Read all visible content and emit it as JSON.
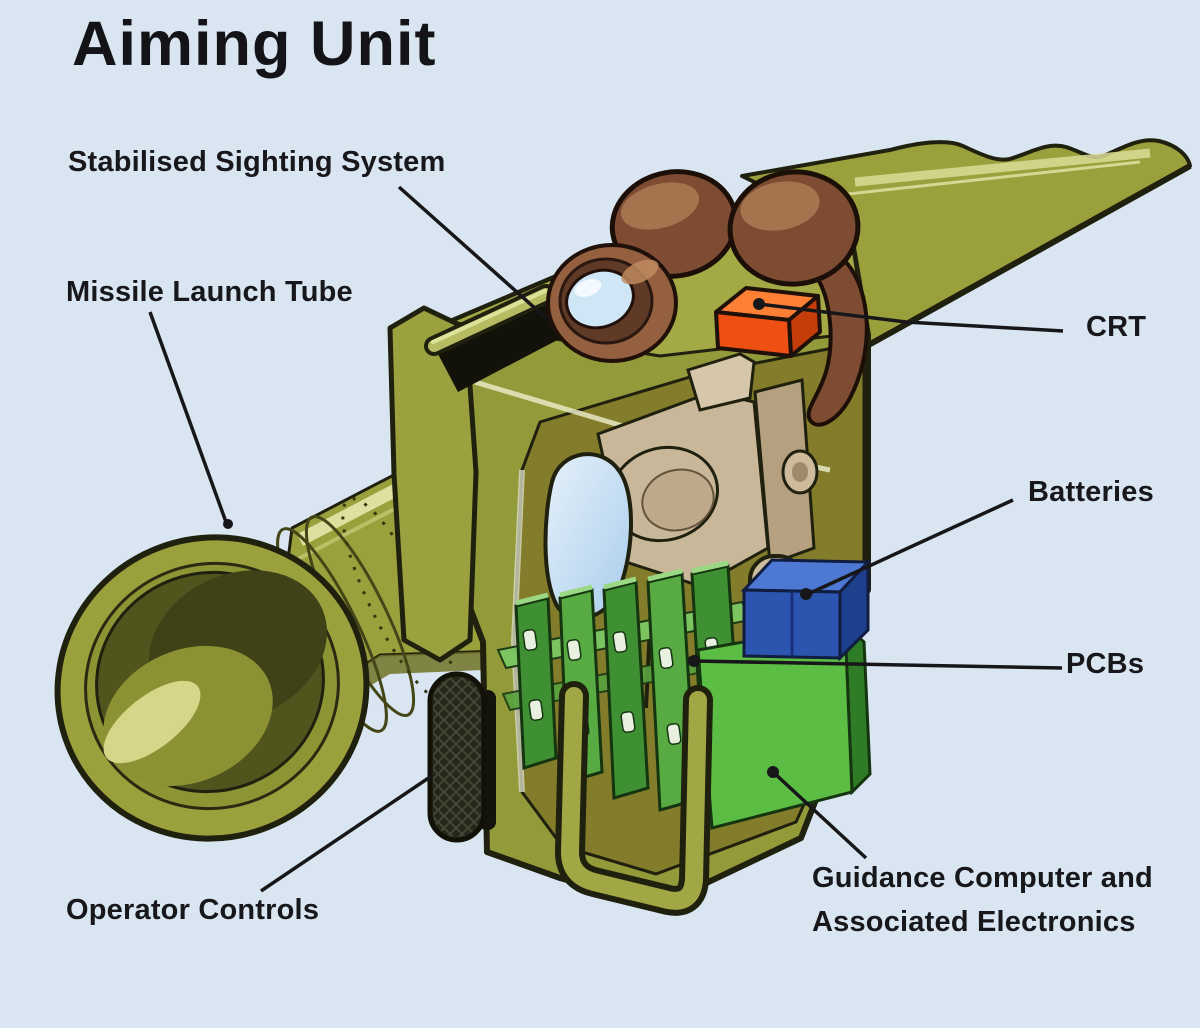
{
  "title": "Aiming Unit",
  "labels": {
    "stabilised_sighting_system": "Stabilised Sighting System",
    "missile_launch_tube": "Missile Launch Tube",
    "crt": "CRT",
    "batteries": "Batteries",
    "pcbs": "PCBs",
    "operator_controls": "Operator Controls",
    "guidance_line1": "Guidance Computer and",
    "guidance_line2": "Associated Electronics"
  },
  "colors": {
    "background": "#d9e6f1",
    "outline": "#20200f",
    "label_text": "#17171c",
    "tube_olive": "#9aa03c",
    "tube_highlight": "#e7e7ab",
    "tube_shadow": "#6f7226",
    "housing_olive": "#939a3a",
    "housing_top": "#a3a945",
    "interior_olive": "#837c2a",
    "muzzle_dark": "#50541d",
    "eyepiece_brown": "#7d4c32",
    "objective_brown": "#94603f",
    "lens_blue": "#cfe6f6",
    "mirror_blue": "#bcd9f0",
    "crt_orange": "#ee4f12",
    "battery_blue": "#2c55b0",
    "pcb_green": "#3f8f33",
    "board_green": "#5cbd45",
    "mechanism_tan": "#c9b79a",
    "knob_dark": "#26261a",
    "leader_line": "#17171a"
  }
}
